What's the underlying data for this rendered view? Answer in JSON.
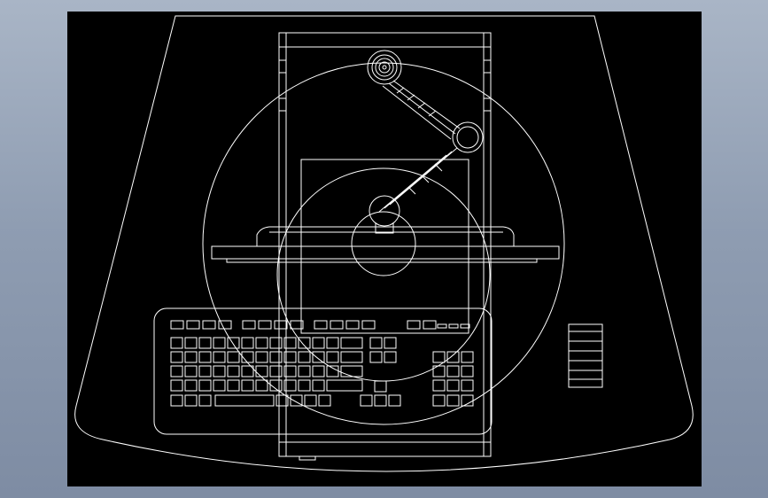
{
  "window": {
    "background_color": "#9aa7ba"
  },
  "viewport": {
    "background_color": "#000000",
    "line_color": "#ffffff",
    "line_weight": "thin"
  },
  "drawing": {
    "description_icons": [
      "desk-outline",
      "monitor-arm",
      "monitor",
      "keyboard",
      "cpu-tower",
      "side-vent-panel"
    ]
  }
}
